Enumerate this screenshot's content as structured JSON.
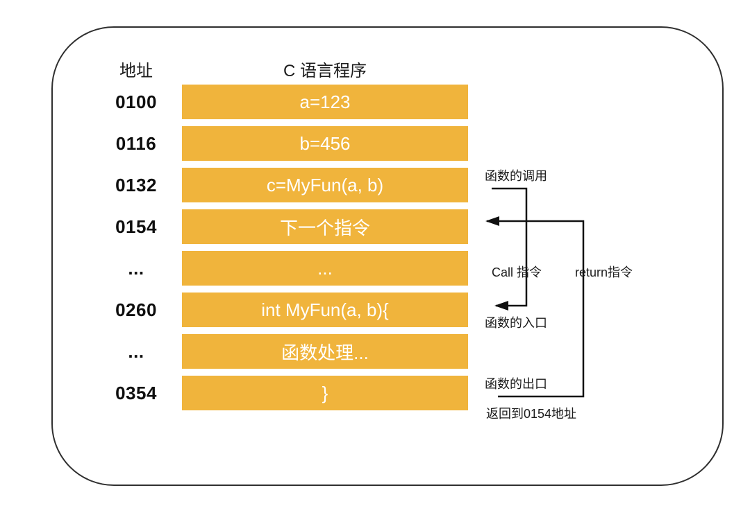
{
  "diagram": {
    "headers": {
      "address": "地址",
      "program": "C 语言程序"
    },
    "rows": [
      {
        "address": "0100",
        "code": "a=123"
      },
      {
        "address": "0116",
        "code": "b=456"
      },
      {
        "address": "0132",
        "code": "c=MyFun(a, b)"
      },
      {
        "address": "0154",
        "code": "下一个指令"
      },
      {
        "address": "...",
        "code": "..."
      },
      {
        "address": "0260",
        "code": "int MyFun(a, b){"
      },
      {
        "address": "...",
        "code": "函数处理..."
      },
      {
        "address": "0354",
        "code": "}"
      }
    ],
    "annotations": {
      "call_label": "函数的调用",
      "call_instruction": "Call 指令",
      "return_instruction": "return指令",
      "entry_label": "函数的入口",
      "exit_label": "函数的出口",
      "return_target": "返回到0154地址"
    },
    "colors": {
      "bar_fill": "#F0B43C",
      "bar_text": "#FFFFFF",
      "line": "#111111",
      "frame_border": "#2F2F2F",
      "text": "#1C1C1C"
    }
  }
}
